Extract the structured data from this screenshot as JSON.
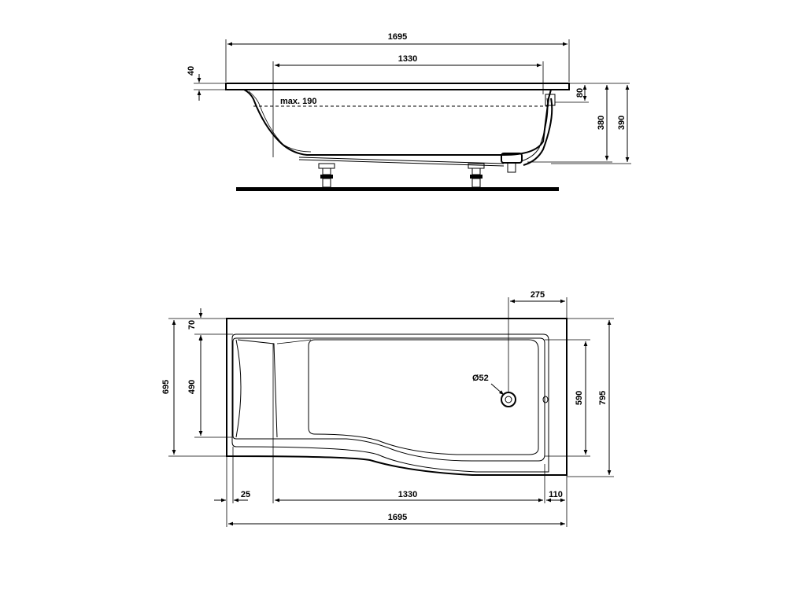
{
  "side_view": {
    "overall_length": "1695",
    "inner_length": "1330",
    "rim_thickness": "40",
    "max_water": "max. 190",
    "rim_depth": "80",
    "depth": "380",
    "total_height": "390"
  },
  "top_view": {
    "drain_offset": "275",
    "drain_diameter": "Ø52",
    "offset_top": "70",
    "inner_width_left": "490",
    "overall_width_left": "695",
    "inner_width_right": "590",
    "overall_width_right": "795",
    "left_margin": "25",
    "inner_length": "1330",
    "right_margin": "110",
    "overall_length": "1695"
  }
}
